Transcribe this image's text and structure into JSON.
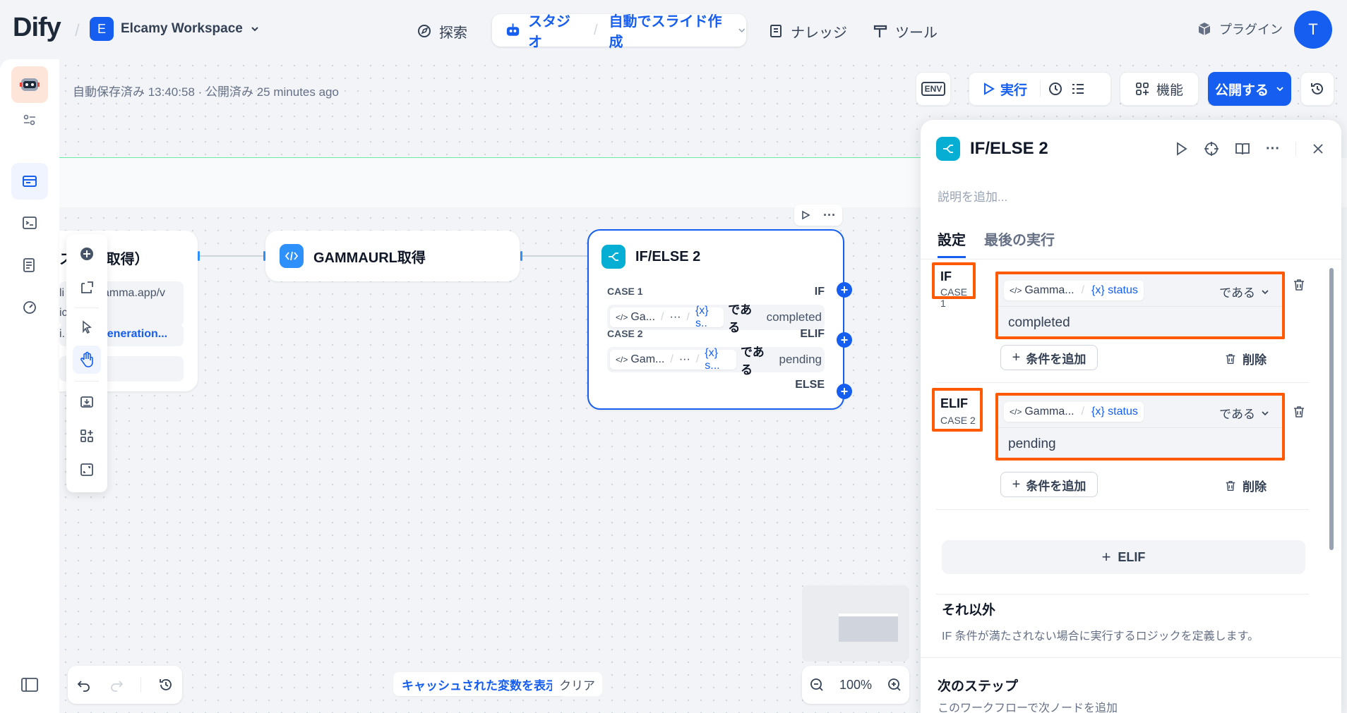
{
  "topnav": {
    "logo": "Dify",
    "workspace_initial": "E",
    "workspace_name": "Elcamy Workspace",
    "explore": "探索",
    "studio": "スタジオ",
    "app_name": "自動でスライド作成",
    "knowledge": "ナレッジ",
    "tools": "ツール",
    "plugins": "プラグイン",
    "user_initial": "T"
  },
  "status": {
    "autosave": "自動保存済み 13:40:58 · 公開済み 25 minutes ago"
  },
  "toolbar": {
    "env": "ENV",
    "run": "実行",
    "features": "機能",
    "publish": "公開する"
  },
  "nodes": {
    "left_partial": {
      "title": "ス（RL取得）",
      "line1": "li",
      "line1b": "amma.app/v",
      "line2": "ic",
      "line3": "i.",
      "line3b": "generation..."
    },
    "gamma": {
      "title": "GAMMAURL取得"
    },
    "ifelse": {
      "title": "IF/ELSE 2",
      "case1": "CASE 1",
      "case1_kw": "IF",
      "case1_var": "Ga...",
      "case1_dots": "···",
      "case1_sys": "{x} s..",
      "case1_op": "である",
      "case1_val": "completed",
      "case2": "CASE 2",
      "case2_kw": "ELIF",
      "case2_var": "Gam...",
      "case2_dots": "···",
      "case2_sys": "{x} s...",
      "case2_op": "である",
      "case2_val": "pending",
      "else_kw": "ELSE"
    }
  },
  "bottom": {
    "cache_button": "キャッシュされた変数を表示",
    "clear_button": "クリア",
    "zoom": "100%"
  },
  "panel": {
    "title": "IF/ELSE 2",
    "description_placeholder": "説明を追加...",
    "tabs": [
      "設定",
      "最後の実行"
    ],
    "cases": [
      {
        "keyword": "IF",
        "case_label": "CASE 1",
        "var_node": "Gamma...",
        "var_name": "{x} status",
        "operator": "である",
        "value": "completed",
        "add_condition": "条件を追加",
        "delete": "削除"
      },
      {
        "keyword": "ELIF",
        "case_label": "CASE 2",
        "var_node": "Gamma...",
        "var_name": "{x} status",
        "operator": "である",
        "value": "pending",
        "add_condition": "条件を追加",
        "delete": "削除"
      }
    ],
    "elif_button": "ELIF",
    "else_title": "それ以外",
    "else_desc": "IF 条件が満たされない場合に実行するロジックを定義します。",
    "next_step_title": "次のステップ",
    "next_step_desc": "このワークフローで次ノードを追加"
  },
  "colors": {
    "accent": "#155eef",
    "highlight": "#ff5a00",
    "node_cyan": "#06aed4",
    "node_blue": "#2e90fa"
  }
}
